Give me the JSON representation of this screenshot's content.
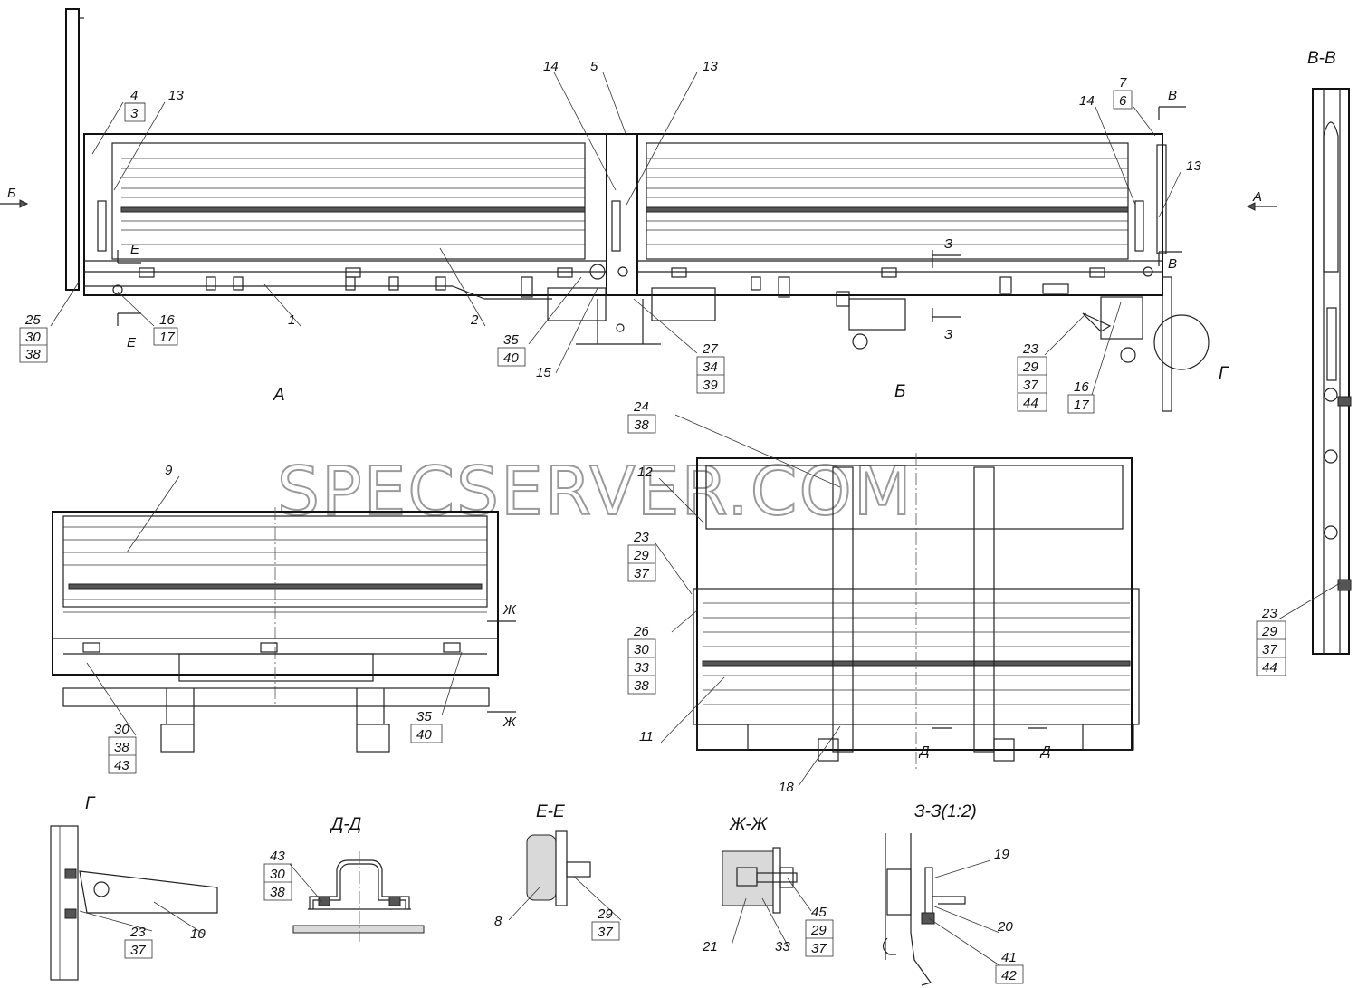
{
  "watermark": "SPECSERVER.COM",
  "views": {
    "A": "А",
    "B": "Б",
    "VV": "В-В",
    "G": "Г",
    "DD": "Д-Д",
    "EE": "Е-Е",
    "ZhZh": "Ж-Ж",
    "ZZ": "З-З(1:2)"
  },
  "cut_marks": {
    "B_left": "Б",
    "A_right": "А",
    "E_top": "Е",
    "E_bottom": "Е",
    "Z_top": "З",
    "Z_bottom": "З",
    "V_top": "В",
    "V_bottom": "В",
    "Zh_top": "Ж",
    "Zh_bottom": "Ж",
    "D_left": "Д",
    "D_right": "Д"
  },
  "labels": {
    "p4_3": [
      "4",
      "3"
    ],
    "p13_left": "13",
    "p14_mid": "14",
    "p5": "5",
    "p13_mid": "13",
    "p7_6": [
      "7",
      "6"
    ],
    "p14_right": "14",
    "p13_right": "13",
    "p25": [
      "25",
      "30",
      "38"
    ],
    "p16_17_left": [
      "16",
      "17"
    ],
    "p1": "1",
    "p2": "2",
    "p35_40_top": [
      "35",
      "40"
    ],
    "p15": "15",
    "p27": [
      "27",
      "34",
      "39"
    ],
    "p23_top": [
      "23",
      "29",
      "37",
      "44"
    ],
    "p16_17_right": [
      "16",
      "17"
    ],
    "p23_vv": [
      "23",
      "29",
      "37",
      "44"
    ],
    "p9": "9",
    "p30_38_43": [
      "30",
      "38",
      "43"
    ],
    "p35_40_bot": [
      "35",
      "40"
    ],
    "p24_38": [
      "24",
      "38"
    ],
    "p12": "12",
    "p23_29_37": [
      "23",
      "29",
      "37"
    ],
    "p26": [
      "26",
      "30",
      "33",
      "38"
    ],
    "p11": "11",
    "p18": "18",
    "g_10": "10",
    "g_23_37": [
      "23",
      "37"
    ],
    "d_43": [
      "43",
      "30",
      "38"
    ],
    "e_8": "8",
    "e_29_37": [
      "29",
      "37"
    ],
    "zh_21": "21",
    "zh_33": "33",
    "zh_45": [
      "45",
      "29",
      "37"
    ],
    "z_19": "19",
    "z_20": "20",
    "z_41_42": [
      "41",
      "42"
    ]
  }
}
